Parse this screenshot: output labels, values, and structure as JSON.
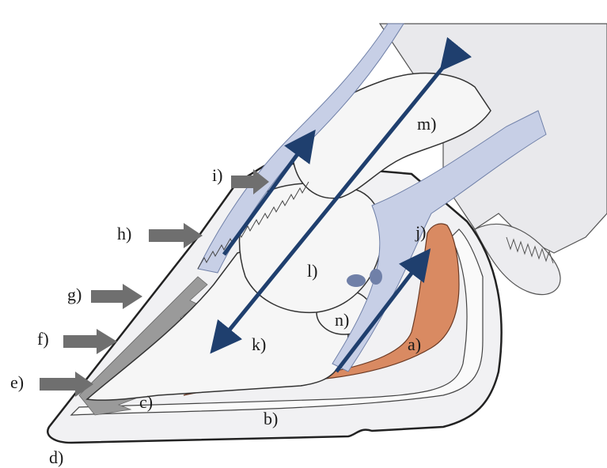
{
  "labels": {
    "a": "a)",
    "b": "b)",
    "c": "c)",
    "d": "d)",
    "e": "e)",
    "f": "f)",
    "g": "g)",
    "h": "h)",
    "i": "i)",
    "j": "j)",
    "k": "k)",
    "l": "l)",
    "m": "m)",
    "n": "n)"
  },
  "colors": {
    "pointer_arrow": "#6f6f6f",
    "force_arrow": "#1f3f6e",
    "orange_tissue": "#d98a62",
    "tendon_blue": "#c7cfe6",
    "bone": "#f4f4f4",
    "outline": "#2a2a2a",
    "skin_gray": "#e6e6e9"
  },
  "icons": {
    "pointer": "arrow-right-icon",
    "force": "double-headed-arrow-icon"
  }
}
